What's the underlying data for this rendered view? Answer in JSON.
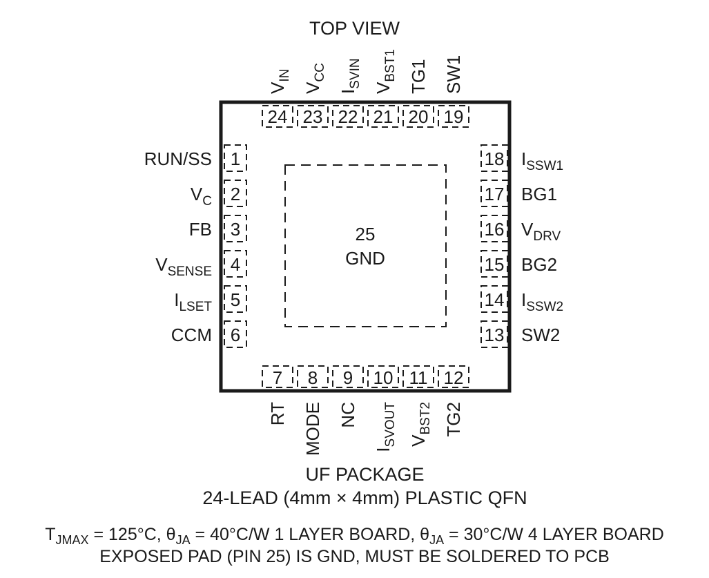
{
  "top_view_label": "TOP VIEW",
  "exposed_pad": {
    "number": "25",
    "name": "GND"
  },
  "pins": {
    "left": [
      {
        "num": "1",
        "label": "RUN/SS",
        "sub": ""
      },
      {
        "num": "2",
        "label": "V",
        "sub": "C"
      },
      {
        "num": "3",
        "label": "FB",
        "sub": ""
      },
      {
        "num": "4",
        "label": "V",
        "sub": "SENSE"
      },
      {
        "num": "5",
        "label": "I",
        "sub": "LSET"
      },
      {
        "num": "6",
        "label": "CCM",
        "sub": ""
      }
    ],
    "right": [
      {
        "num": "18",
        "label": "I",
        "sub": "SSW1"
      },
      {
        "num": "17",
        "label": "BG1",
        "sub": ""
      },
      {
        "num": "16",
        "label": "V",
        "sub": "DRV"
      },
      {
        "num": "15",
        "label": "BG2",
        "sub": ""
      },
      {
        "num": "14",
        "label": "I",
        "sub": "SSW2"
      },
      {
        "num": "13",
        "label": "SW2",
        "sub": ""
      }
    ],
    "top": [
      {
        "num": "24",
        "label": "V",
        "sub": "IN"
      },
      {
        "num": "23",
        "label": "V",
        "sub": "CC"
      },
      {
        "num": "22",
        "label": "I",
        "sub": "SVIN"
      },
      {
        "num": "21",
        "label": "V",
        "sub": "BST1"
      },
      {
        "num": "20",
        "label": "TG1",
        "sub": ""
      },
      {
        "num": "19",
        "label": "SW1",
        "sub": ""
      }
    ],
    "bottom": [
      {
        "num": "7",
        "label": "RT",
        "sub": ""
      },
      {
        "num": "8",
        "label": "MODE",
        "sub": ""
      },
      {
        "num": "9",
        "label": "NC",
        "sub": ""
      },
      {
        "num": "10",
        "label": "I",
        "sub": "SVOUT"
      },
      {
        "num": "11",
        "label": "V",
        "sub": "BST2"
      },
      {
        "num": "12",
        "label": "TG2",
        "sub": ""
      }
    ]
  },
  "package_line1": "UF PACKAGE",
  "package_line2": "24-LEAD (4mm × 4mm) PLASTIC QFN",
  "note1": {
    "t_main": "T",
    "t_sub": "JMAX",
    "part1": " = 125°C, θ",
    "ja_sub": "JA",
    "part2": " = 40°C/W 1 LAYER BOARD, θ",
    "ja_sub2": "JA",
    "part3": " = 30°C/W 4 LAYER BOARD"
  },
  "note2": "EXPOSED PAD (PIN 25) IS GND, MUST BE SOLDERED TO PCB",
  "colors": {
    "ink": "#1a1a1a",
    "background": "#ffffff"
  }
}
